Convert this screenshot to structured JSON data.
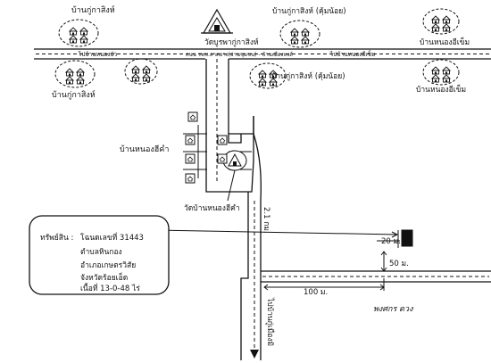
{
  "labels": {
    "village_top_left": "บ้านกู่กาสิงห์",
    "temple_top": "วัดบูรพากู่กาสิงห์",
    "village_top_center": "บ้านกู่กาสิงห์ (คุ้มน้อย)",
    "village_right_top": "บ้านหนองอีเข็ม",
    "village_left_mid": "บ้านกู่กาสิงห์",
    "village_center_mid": "บ้านกู่กาสิงห์ (คุ้มน้อย)",
    "village_right_mid": "บ้านหนองอีเข็ม",
    "road_left": "ไปบ้านหนองบัว",
    "road_center": "ถนน รพช.ลาดยาง(ย่านชุมชน) - บ้านเมืองหงส์",
    "road_right": "ไปบ้านหนองอีเข็ม",
    "village_nong_hi": "บ้านหนองฮีคำ",
    "temple_nong_hi": "วัดบ้านหนองฮีคำ",
    "dist_2_1km": "2.1 กม.",
    "dist_20m": "20 ม.",
    "dist_50m": "50 ม.",
    "dist_100m": "100 ม.",
    "road_bottom": "ไปบ้านกู่เมืองมิ",
    "signature": "พงศกร ดวง"
  },
  "property_box": {
    "label": "ทรัพย์สิน :",
    "lines": [
      "โฉนดเลขที่ 31443",
      "ตำบลหินกอง",
      "อำเภอเกษตรวิสัย",
      "จังหวัดร้อยเอ็ด",
      "เนื้อที่ 13-0-48 ไร่"
    ]
  },
  "icons": [
    "temple-icon",
    "house-cluster-icon",
    "house-icon",
    "north-arrow-icon"
  ]
}
